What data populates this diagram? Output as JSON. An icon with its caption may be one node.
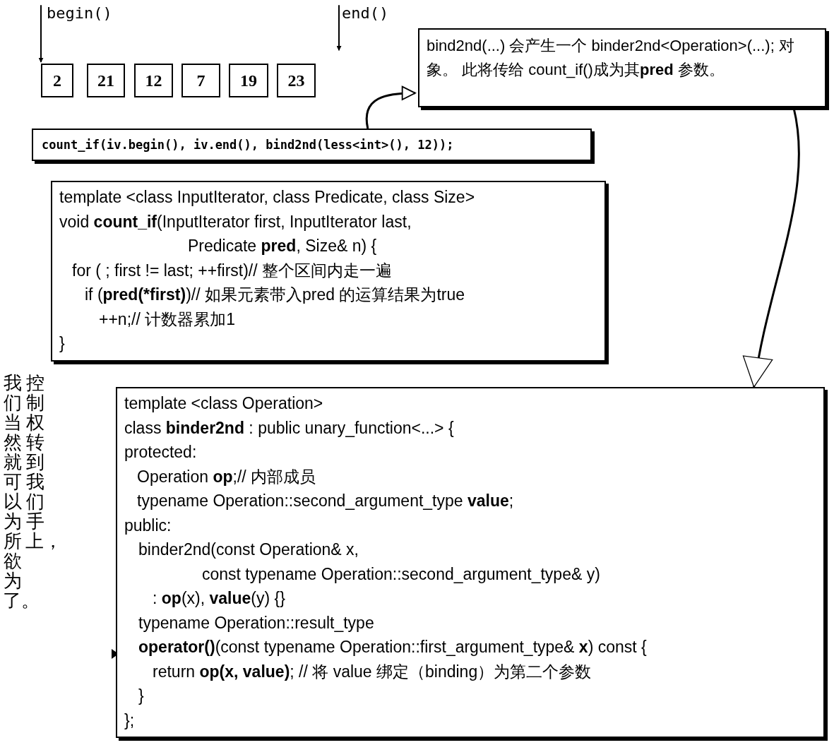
{
  "diagram": {
    "nodes": [
      {
        "text": [
          "begin()"
        ]
      },
      {
        "text": [
          "end()"
        ]
      },
      {
        "text": [
          "2"
        ]
      },
      {
        "text": [
          "21"
        ]
      },
      {
        "text": [
          "12"
        ]
      },
      {
        "text": [
          "7"
        ]
      },
      {
        "text": [
          "19"
        ]
      },
      {
        "text": [
          "23"
        ]
      },
      {
        "text": [
          "count_if(iv.begin(), iv.end(), bind2nd(less<int>(), 12));"
        ]
      },
      {
        "text": [
          "bind2nd(...) 会产生一个 binder2nd<Operation>(...); 对象。 此将传给 count_if()成为其**pred** 参数。"
        ]
      },
      {
        "text": [
          "template <class InputIterator, class Predicate, class Size>",
          "void **count_if**(InputIterator first, InputIterator last,",
          "Predicate **pred**, Size& n) {",
          "for ( ; first != last; ++first)// 整个区间内走一遍",
          "if (**pred(*first)**)// 如果元素带入pred 的运算结果为true",
          "++n;// 计数器累加1",
          "}"
        ]
      },
      {
        "text": [
          "template <class Operation>",
          "class **binder2nd** : public unary_function<...> {",
          "protected:",
          "Operation **op**;// 内部成员",
          "typename Operation::second_argument_type **value**;",
          "public:",
          "binder2nd(const Operation& x,",
          "const typename Operation::second_argument_type& y)",
          ": **op**(x), **value**(y) {}",
          "typename Operation::result_type",
          "**operator()**(const typename Operation::first_argument_type& **x**) const {",
          "return **op(x, value)**; // 将 value 绑定（binding）为第二个参数",
          "}",
          "};"
        ]
      }
    ],
    "edges": [
      {
        "from": 0,
        "to": 2,
        "arrow": "to"
      },
      {
        "from": 1,
        "to": null,
        "arrow": "to"
      },
      {
        "from": 8,
        "to": 9,
        "arrow": "to"
      },
      {
        "from": 9,
        "to": 11,
        "arrow": "to"
      }
    ],
    "labels": [
      "控制权转到我们手上，",
      "我们当然就可以为所欲为了。"
    ]
  }
}
